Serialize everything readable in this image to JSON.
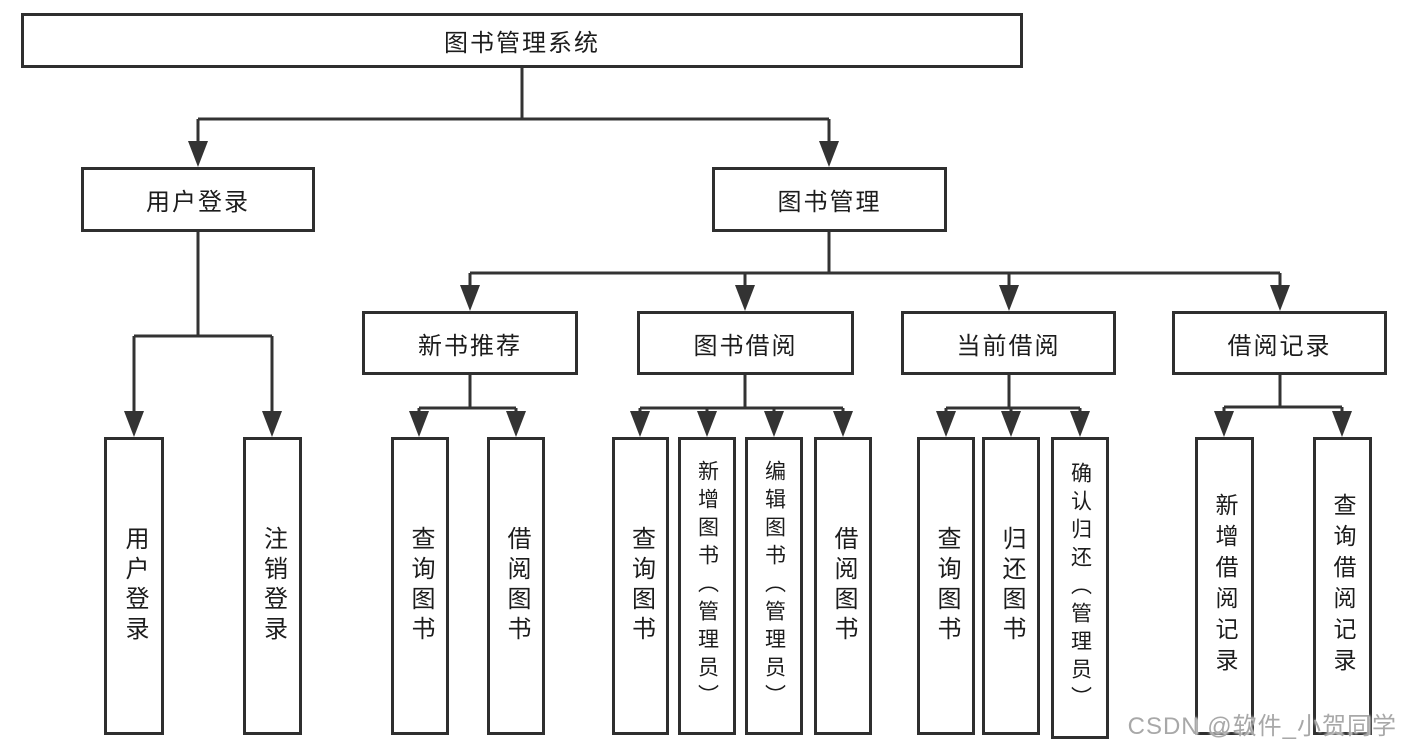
{
  "diagram_title": "图书管理系统",
  "watermark": "CSDN @软件_小贺同学",
  "colors": {
    "line": "#333333",
    "box_border": "#2f2f2f",
    "text": "#1c1c1c",
    "background": "#ffffff",
    "watermark": "#a8a8a8"
  },
  "hierarchy": {
    "root": "图书管理系统",
    "children": [
      {
        "label": "用户登录",
        "children": [
          "用户登录",
          "注销登录"
        ]
      },
      {
        "label": "图书管理",
        "children": [
          {
            "label": "新书推荐",
            "children": [
              "查询图书",
              "借阅图书"
            ]
          },
          {
            "label": "图书借阅",
            "children": [
              "查询图书",
              "新增图书（管理员）",
              "编辑图书（管理员）",
              "借阅图书"
            ]
          },
          {
            "label": "当前借阅",
            "children": [
              "查询图书",
              "归还图书",
              "确认归还（管理员）"
            ]
          },
          {
            "label": "借阅记录",
            "children": [
              "新增借阅记录",
              "查询借阅记录"
            ]
          }
        ]
      }
    ]
  }
}
